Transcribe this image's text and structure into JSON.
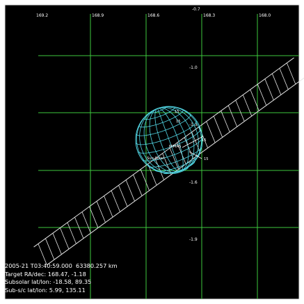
{
  "grid": {
    "top_labels": [
      "169.2",
      "168.9",
      "168.6",
      "168.3",
      "168.0"
    ],
    "side_labels": [
      "-0.7",
      "-1.0",
      "-1.3",
      "-1.6",
      "-1.9"
    ]
  },
  "planet_labels": [
    "15",
    "MIMAS",
    "Sun-Solar",
    "15",
    "15",
    "15"
  ],
  "info": {
    "line1": "2005-21 T03:40:59.000  63380.257 km",
    "line2": "Target RA/dec: 168.47, -1.18",
    "line3": "Subsolar lat/lon: -18.58, 89.35",
    "line4": "Sub-s/c lat/lon: 5.99, 135.11"
  },
  "colors": {
    "background": "#000000",
    "grid": "#3ec93e",
    "planet": "#52d6e4",
    "ring": "#e6e6e6",
    "text": "#ffffff",
    "frame": "#ffffff"
  }
}
